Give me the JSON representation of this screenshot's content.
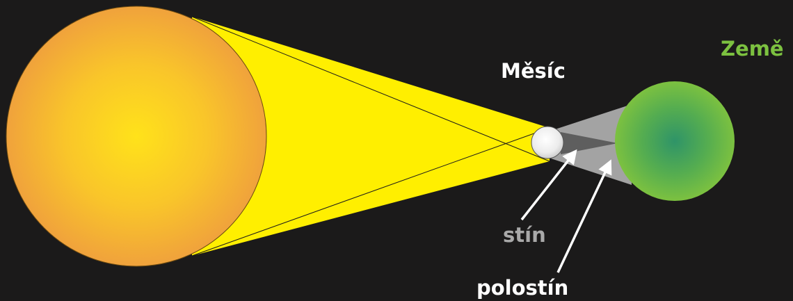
{
  "labels": {
    "moon": "Měsíc",
    "earth": "Země",
    "umbra": "stín",
    "penumbra": "polostín"
  },
  "colors": {
    "background": "#1b1a1a",
    "sun_center": "#ffe21a",
    "sun_edge": "#f2a63a",
    "light_cone": "#ffef00",
    "moon_fill": "#f4f4f4",
    "umbra": "#5e5e5e",
    "penumbra": "#a3a3a3",
    "earth_center": "#2f9a6a",
    "earth_edge": "#7cc140",
    "label_moon": "#ffffff",
    "label_earth": "#7cc140",
    "label_shadow": "#a9a9a9",
    "arrow": "#ffffff"
  }
}
